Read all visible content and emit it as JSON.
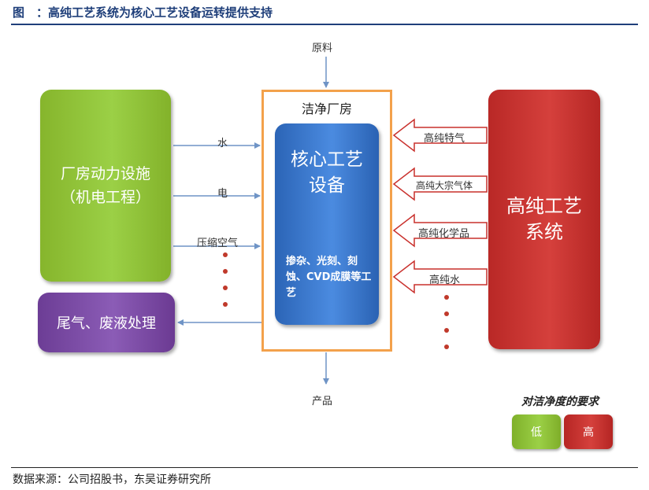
{
  "title": "图　：高纯工艺系统为核心工艺设备运转提供支持",
  "source": "数据来源：公司招股书，东吴证券研究所",
  "nodes": {
    "raw_material": "原料",
    "product": "产品",
    "facility": [
      "厂房动力设施",
      "（机电工程）"
    ],
    "exhaust": "尾气、废液处理",
    "cleanroom": "洁净厂房",
    "core_title": [
      "核心工艺",
      "设备"
    ],
    "core_sub": "掺杂、光刻、刻蚀、CVD成膜等工艺",
    "system": [
      "高纯工艺",
      "系统"
    ]
  },
  "inputs_left": [
    "水",
    "电",
    "压缩空气"
  ],
  "inputs_right": [
    "高纯特气",
    "高纯大宗气体",
    "高纯化学品",
    "高纯水"
  ],
  "legend": {
    "title": "对洁净度的要求",
    "low": "低",
    "high": "高"
  },
  "colors": {
    "facility": "#92c83e",
    "exhaust": "#7d4ca6",
    "system": "#c9302c",
    "core": "#3a78cc",
    "cleanroom_border": "#f3a14b",
    "connector": "#6f94c6",
    "dots": "#c0392b"
  }
}
